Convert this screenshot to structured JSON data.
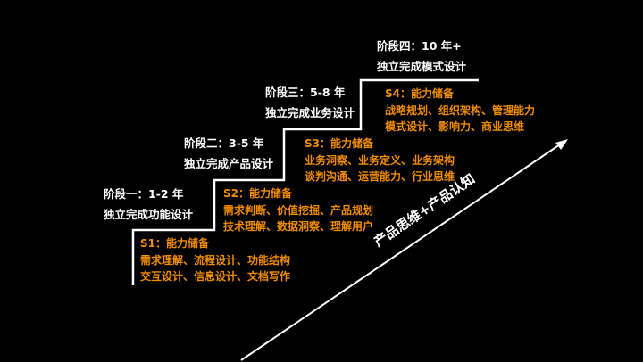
{
  "stages": [
    {
      "title": "阶段一：1-2 年",
      "desc": "独立完成功能设计"
    },
    {
      "title": "阶段二：3-5 年",
      "desc": "独立完成产品设计"
    },
    {
      "title": "阶段三：5-8 年",
      "desc": "独立完成业务设计"
    },
    {
      "title": "阶段四：10 年+",
      "desc": "独立完成模式设计"
    }
  ],
  "skills": [
    {
      "head": "S1：能力储备",
      "l1": "需求理解、流程设计、功能结构",
      "l2": "交互设计、信息设计、文档写作"
    },
    {
      "head": "S2：能力储备",
      "l1": "需求判断、价值挖掘、产品规划",
      "l2": "技术理解、数据洞察、理解用户"
    },
    {
      "head": "S3：能力储备",
      "l1": "业务洞察、业务定义、业务架构",
      "l2": "谈判沟通、运营能力、行业思维"
    },
    {
      "head": "S4：能力储备",
      "l1": "战略规划、组织架构、管理能力",
      "l2": "模式设计、影响力、商业思维"
    }
  ],
  "arrow_label": "产品思维+产品认知",
  "colors": {
    "accent": "#f08c00",
    "text": "#ffffff",
    "background": "#000000"
  }
}
